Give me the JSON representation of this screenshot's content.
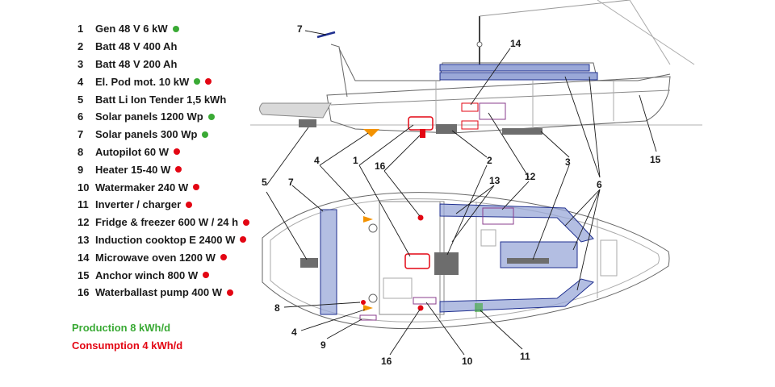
{
  "legend": {
    "items": [
      {
        "num": "1",
        "label": "Gen 48 V 6 kW",
        "dots": [
          "production"
        ]
      },
      {
        "num": "2",
        "label": "Batt 48 V 400 Ah",
        "dots": []
      },
      {
        "num": "3",
        "label": "Batt 48 V 200 Ah",
        "dots": []
      },
      {
        "num": "4",
        "label": "El. Pod mot. 10 kW",
        "dots": [
          "production",
          "consumption"
        ]
      },
      {
        "num": "5",
        "label": "Batt Li Ion Tender 1,5 kWh",
        "dots": []
      },
      {
        "num": "6",
        "label": "Solar panels 1200 Wp",
        "dots": [
          "production"
        ]
      },
      {
        "num": "7",
        "label": "Solar panels 300 Wp",
        "dots": [
          "production"
        ]
      },
      {
        "num": "8",
        "label": "Autopilot 60 W",
        "dots": [
          "consumption"
        ]
      },
      {
        "num": "9",
        "label": "Heater 15-40 W",
        "dots": [
          "consumption"
        ]
      },
      {
        "num": "10",
        "label": "Watermaker 240 W",
        "dots": [
          "consumption"
        ]
      },
      {
        "num": "11",
        "label": "Inverter / charger",
        "dots": [
          "consumption"
        ]
      },
      {
        "num": "12",
        "label": "Fridge & freezer 600 W / 24 h",
        "dots": [
          "consumption"
        ]
      },
      {
        "num": "13",
        "label": "Induction cooktop E 2400 W",
        "dots": [
          "consumption"
        ]
      },
      {
        "num": "14",
        "label": "Microwave oven 1200 W",
        "dots": [
          "consumption"
        ]
      },
      {
        "num": "15",
        "label": "Anchor winch 800 W",
        "dots": [
          "consumption"
        ]
      },
      {
        "num": "16",
        "label": "Waterballast pump 400 W",
        "dots": [
          "consumption"
        ]
      }
    ]
  },
  "summary": {
    "production": "Production 8 kWh/d",
    "consumption": "Consumption 4 kWh/d"
  },
  "colors": {
    "production": "#3aaa35",
    "consumption": "#e30613",
    "solar_fill": "#9aa8d8",
    "solar_stroke": "#1f2f8f",
    "battery": "#6d6d6d",
    "hull_line": "#555555",
    "pod": "#f39200",
    "purple": "#8a3c8c"
  },
  "diagram": {
    "callouts": [
      {
        "id": "7-side",
        "text": "7"
      },
      {
        "id": "14-side",
        "text": "14"
      },
      {
        "id": "15-side",
        "text": "15"
      },
      {
        "id": "4-top",
        "text": "4"
      },
      {
        "id": "1-top",
        "text": "1"
      },
      {
        "id": "16-top",
        "text": "16"
      },
      {
        "id": "2-top",
        "text": "2"
      },
      {
        "id": "3-top",
        "text": "3"
      },
      {
        "id": "5-top",
        "text": "5"
      },
      {
        "id": "7-plan",
        "text": "7"
      },
      {
        "id": "13-plan",
        "text": "13"
      },
      {
        "id": "12-plan",
        "text": "12"
      },
      {
        "id": "6-plan",
        "text": "6"
      },
      {
        "id": "8-plan",
        "text": "8"
      },
      {
        "id": "4-bottom",
        "text": "4"
      },
      {
        "id": "9-plan",
        "text": "9"
      },
      {
        "id": "16-bottom",
        "text": "16"
      },
      {
        "id": "10-plan",
        "text": "10"
      },
      {
        "id": "11-plan",
        "text": "11"
      }
    ]
  }
}
